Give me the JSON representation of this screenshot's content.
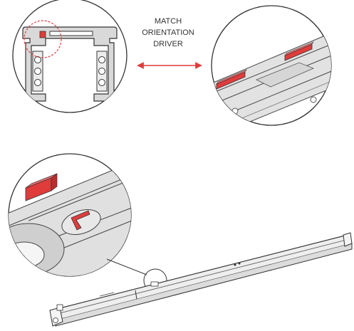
{
  "instruction": {
    "lines": [
      "MATCH",
      "ORIENTATION",
      "DRIVER"
    ]
  },
  "colors": {
    "marker_red": "#e03c3c",
    "profile_fill": "#d9d9d9",
    "outline": "#333333",
    "arrow": "#e03c3c"
  },
  "icons": {
    "double_arrow": "double-headed-arrow",
    "orientation_tab": "red-tab-marker",
    "orientation_notch": "red-l-notch"
  }
}
